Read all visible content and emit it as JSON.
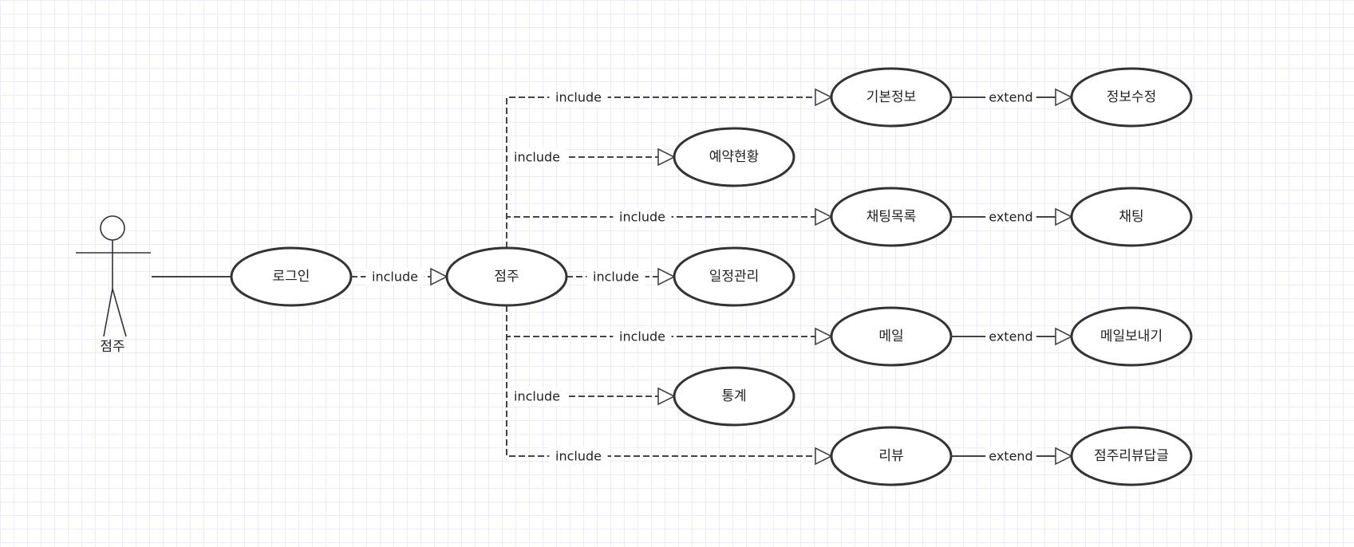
{
  "actor": {
    "label": "점주"
  },
  "nodes": {
    "login": "로그인",
    "owner": "점주",
    "basic_info": "기본정보",
    "reservation_status": "예약현황",
    "chat_list": "채팅목록",
    "schedule": "일정관리",
    "mail": "메일",
    "statistics": "통계",
    "review": "리뷰",
    "edit_info": "정보수정",
    "chat": "채팅",
    "send_mail": "메일보내기",
    "review_reply": "점주리뷰답글"
  },
  "relations": [
    {
      "from": "actor",
      "to": "login",
      "label": "",
      "style": "solid",
      "arrow": false
    },
    {
      "from": "login",
      "to": "owner",
      "label": "include",
      "style": "dashed",
      "arrow": true
    },
    {
      "from": "owner",
      "to": "basic_info",
      "label": "include",
      "style": "dashed",
      "arrow": true
    },
    {
      "from": "owner",
      "to": "reservation_status",
      "label": "include",
      "style": "dashed",
      "arrow": true
    },
    {
      "from": "owner",
      "to": "chat_list",
      "label": "include",
      "style": "dashed",
      "arrow": true
    },
    {
      "from": "owner",
      "to": "schedule",
      "label": "include",
      "style": "dashed",
      "arrow": true
    },
    {
      "from": "owner",
      "to": "mail",
      "label": "include",
      "style": "dashed",
      "arrow": true
    },
    {
      "from": "owner",
      "to": "statistics",
      "label": "include",
      "style": "dashed",
      "arrow": true
    },
    {
      "from": "owner",
      "to": "review",
      "label": "include",
      "style": "dashed",
      "arrow": true
    },
    {
      "from": "basic_info",
      "to": "edit_info",
      "label": "extend",
      "style": "solid",
      "arrow": true
    },
    {
      "from": "chat_list",
      "to": "chat",
      "label": "extend",
      "style": "solid",
      "arrow": true
    },
    {
      "from": "mail",
      "to": "send_mail",
      "label": "extend",
      "style": "solid",
      "arrow": true
    },
    {
      "from": "review",
      "to": "review_reply",
      "label": "extend",
      "style": "solid",
      "arrow": true
    }
  ]
}
